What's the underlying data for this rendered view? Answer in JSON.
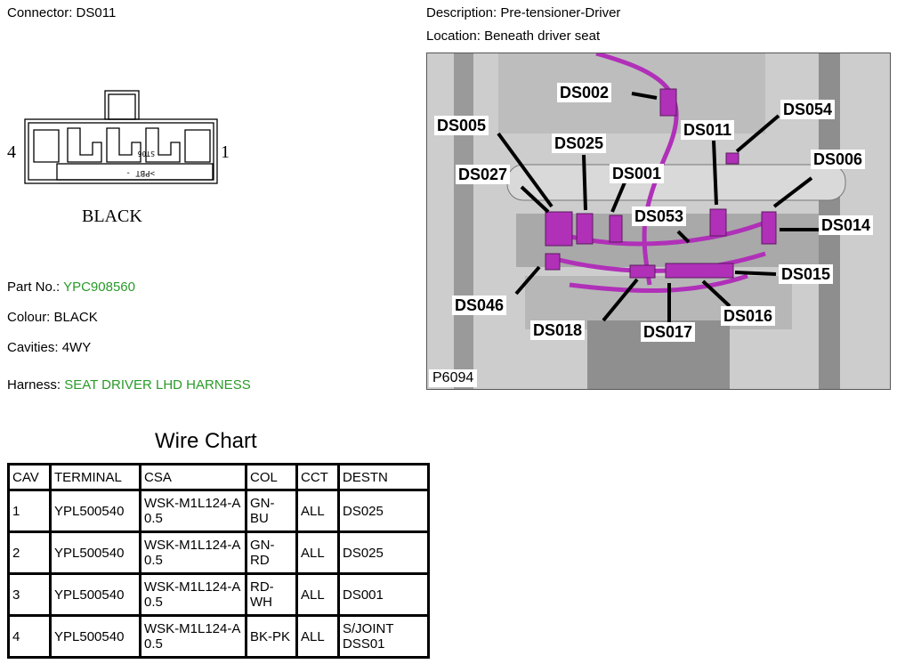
{
  "connector": {
    "label": "Connector:",
    "value": "DS011",
    "colour_text": "BLACK",
    "pin_left": "4",
    "pin_right": "1"
  },
  "info": {
    "part_label": "Part No.:",
    "part_value": "YPC908560",
    "colour_label": "Colour:",
    "colour_value": "BLACK",
    "cavities_label": "Cavities:",
    "cavities_value": "4WY",
    "harness_label": "Harness:",
    "harness_value": "SEAT DRIVER LHD HARNESS"
  },
  "description": {
    "label": "Description:",
    "value": "Pre-tensioner-Driver"
  },
  "location": {
    "label": "Location:",
    "value": "Beneath driver seat"
  },
  "photo": {
    "ref": "P6094",
    "callouts": [
      "DS002",
      "DS005",
      "DS054",
      "DS025",
      "DS011",
      "DS006",
      "DS027",
      "DS001",
      "DS053",
      "DS014",
      "DS015",
      "DS046",
      "DS016",
      "DS018",
      "DS017"
    ]
  },
  "wire_chart": {
    "title": "Wire Chart",
    "headers": [
      "CAV",
      "TERMINAL",
      "CSA",
      "COL",
      "CCT",
      "DESTN"
    ],
    "rows": [
      {
        "cav": "1",
        "terminal": "YPL500540",
        "csa": "WSK-M1L124-A 0.5",
        "col": "GN-BU",
        "cct": "ALL",
        "destn": "DS025"
      },
      {
        "cav": "2",
        "terminal": "YPL500540",
        "csa": "WSK-M1L124-A 0.5",
        "col": "GN-RD",
        "cct": "ALL",
        "destn": "DS025"
      },
      {
        "cav": "3",
        "terminal": "YPL500540",
        "csa": "WSK-M1L124-A 0.5",
        "col": "RD-WH",
        "cct": "ALL",
        "destn": "DS001"
      },
      {
        "cav": "4",
        "terminal": "YPL500540",
        "csa": "WSK-M1L124-A 0.5",
        "col": "BK-PK",
        "cct": "ALL",
        "destn": "S/JOINT DSS01"
      }
    ]
  },
  "colors": {
    "accent_green": "#2a9a2a",
    "harness_magenta": "#b030b8"
  }
}
